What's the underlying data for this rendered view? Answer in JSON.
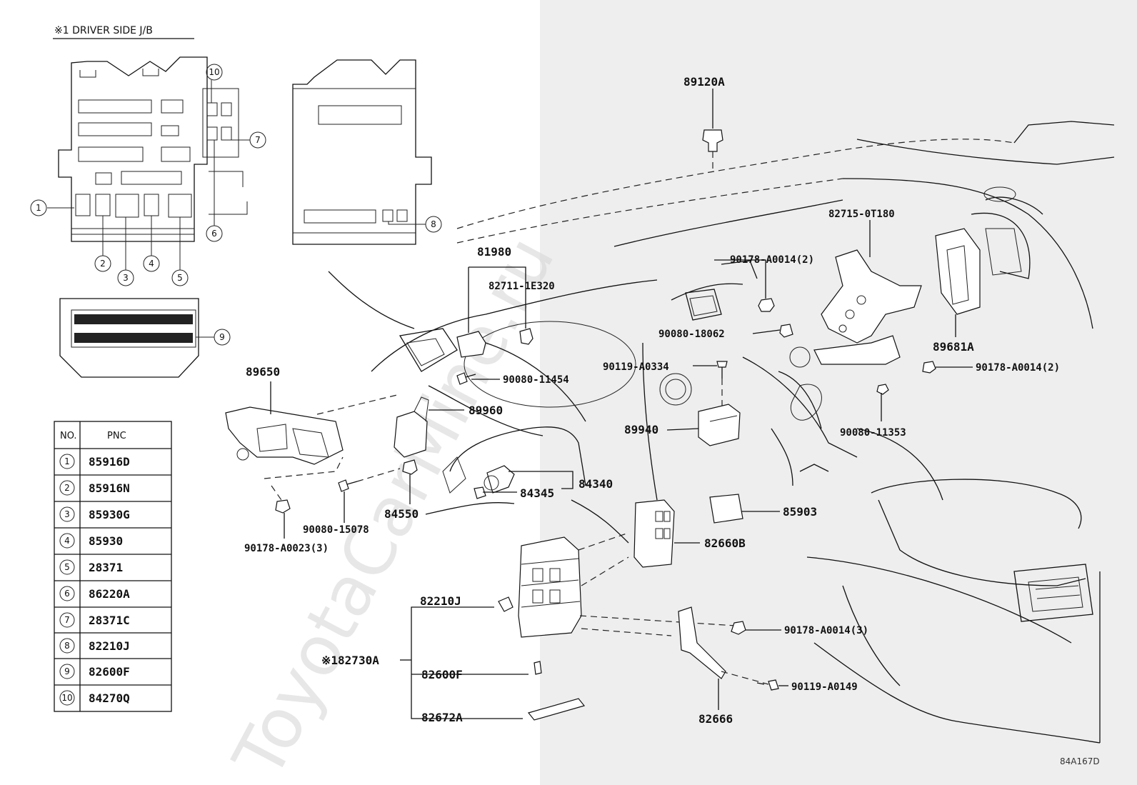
{
  "inset": {
    "title": "※1 DRIVER SIDE J/B",
    "table": {
      "headers": [
        "NO.",
        "PNC"
      ],
      "rows": [
        {
          "no": "1",
          "pnc": "85916D"
        },
        {
          "no": "2",
          "pnc": "85916N"
        },
        {
          "no": "3",
          "pnc": "85930G"
        },
        {
          "no": "4",
          "pnc": "85930"
        },
        {
          "no": "5",
          "pnc": "28371"
        },
        {
          "no": "6",
          "pnc": "86220A"
        },
        {
          "no": "7",
          "pnc": "28371C"
        },
        {
          "no": "8",
          "pnc": "82210J"
        },
        {
          "no": "9",
          "pnc": "82600F"
        },
        {
          "no": "10",
          "pnc": "84270Q"
        }
      ]
    }
  },
  "parts": {
    "p89120A": "89120A",
    "p82715": "82715-0T180",
    "p81980": "81980",
    "p82711": "82711-1E320",
    "p90178_a0014_top": "90178-A0014(2)",
    "p90080_18062": "90080-18062",
    "p89681A": "89681A",
    "p90119_a0334": "90119-A0334",
    "p90178_a0014_right": "90178-A0014(2)",
    "p89650": "89650",
    "p90080_11454": "90080-11454",
    "p89960": "89960",
    "p89940": "89940",
    "p90080_11353": "90080-11353",
    "p84340": "84340",
    "p84345": "84345",
    "p84550": "84550",
    "p90080_15078": "90080-15078",
    "p90178_a0023": "90178-A0023(3)",
    "p85903": "85903",
    "p82660B": "82660B",
    "p82210J": "82210J",
    "p82730A": "※182730A",
    "p82600F": "82600F",
    "p82672A": "82672A",
    "p90178_a0014_bottom": "90178-A0014(3)",
    "p90119_a0149": "90119-A0149",
    "p82666": "82666"
  },
  "diagram_code": "84A167D",
  "watermark": "ToyotaCarMine.ru"
}
